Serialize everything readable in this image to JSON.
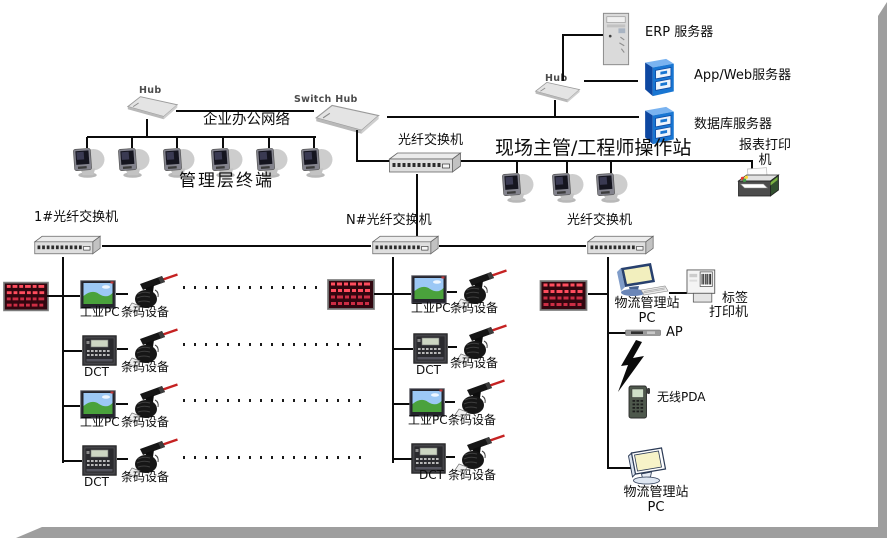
{
  "colors": {
    "line": "#0b0b0b",
    "laser": "#c52222",
    "cabinet_blue": "#1976d2",
    "led_bg": "#31060f",
    "led_dot": "#ff4d5e",
    "frame_shadow": "#9e9e9e"
  },
  "top_left": {
    "hub_label": "Hub",
    "office_network": "企业办公网络",
    "switch_hub_label": "Switch Hub",
    "terminals_caption": "管理层终端"
  },
  "servers": {
    "hub_label": "Hub",
    "erp": "ERP 服务器",
    "app_web": "App/Web服务器",
    "database": "数据库服务器"
  },
  "plant": {
    "fiber_switch": "光纤交换机",
    "operator_station": "现场主管/工程师操作站",
    "report_printer_l1": "报表打印",
    "report_printer_l2": "机"
  },
  "switch_row": {
    "s1": "1#光纤交换机",
    "sn": "N#光纤交换机",
    "s3": "光纤交换机"
  },
  "left_column": {
    "rows": [
      {
        "device": "工业PC",
        "peripheral": "条码设备"
      },
      {
        "device": "DCT",
        "peripheral": "条码设备"
      },
      {
        "device": "工业PC",
        "peripheral": "条码设备"
      },
      {
        "device": "DCT",
        "peripheral": "条码设备"
      }
    ]
  },
  "center_column": {
    "rows": [
      {
        "device": "工业PC",
        "peripheral": "条码设备"
      },
      {
        "device": "DCT",
        "peripheral": "条码设备"
      },
      {
        "device": "工业PC",
        "peripheral": "条码设备"
      },
      {
        "device": "DCT",
        "peripheral": "条码设备"
      }
    ]
  },
  "right_column": {
    "station_pc_l1": "物流管理站",
    "station_pc_l2": "PC",
    "label_printer_l1": "标签",
    "label_printer_l2": "打印机",
    "ap": "AP",
    "wireless_pda": "无线PDA",
    "bottom_pc_l1": "物流管理站",
    "bottom_pc_l2": "PC"
  },
  "icons": [
    "hub-icon",
    "switch-hub-icon",
    "fiber-switch-icon",
    "crt-monitor-icon",
    "tower-server-icon",
    "server-cabinet-icon",
    "report-printer-icon",
    "label-printer-icon",
    "led-display-board-icon",
    "industrial-pc-icon",
    "dct-terminal-icon",
    "barcode-scanner-icon",
    "desktop-pc-icon",
    "access-point-icon",
    "lightning-wireless-icon",
    "pda-icon",
    "outline-pc-icon"
  ]
}
